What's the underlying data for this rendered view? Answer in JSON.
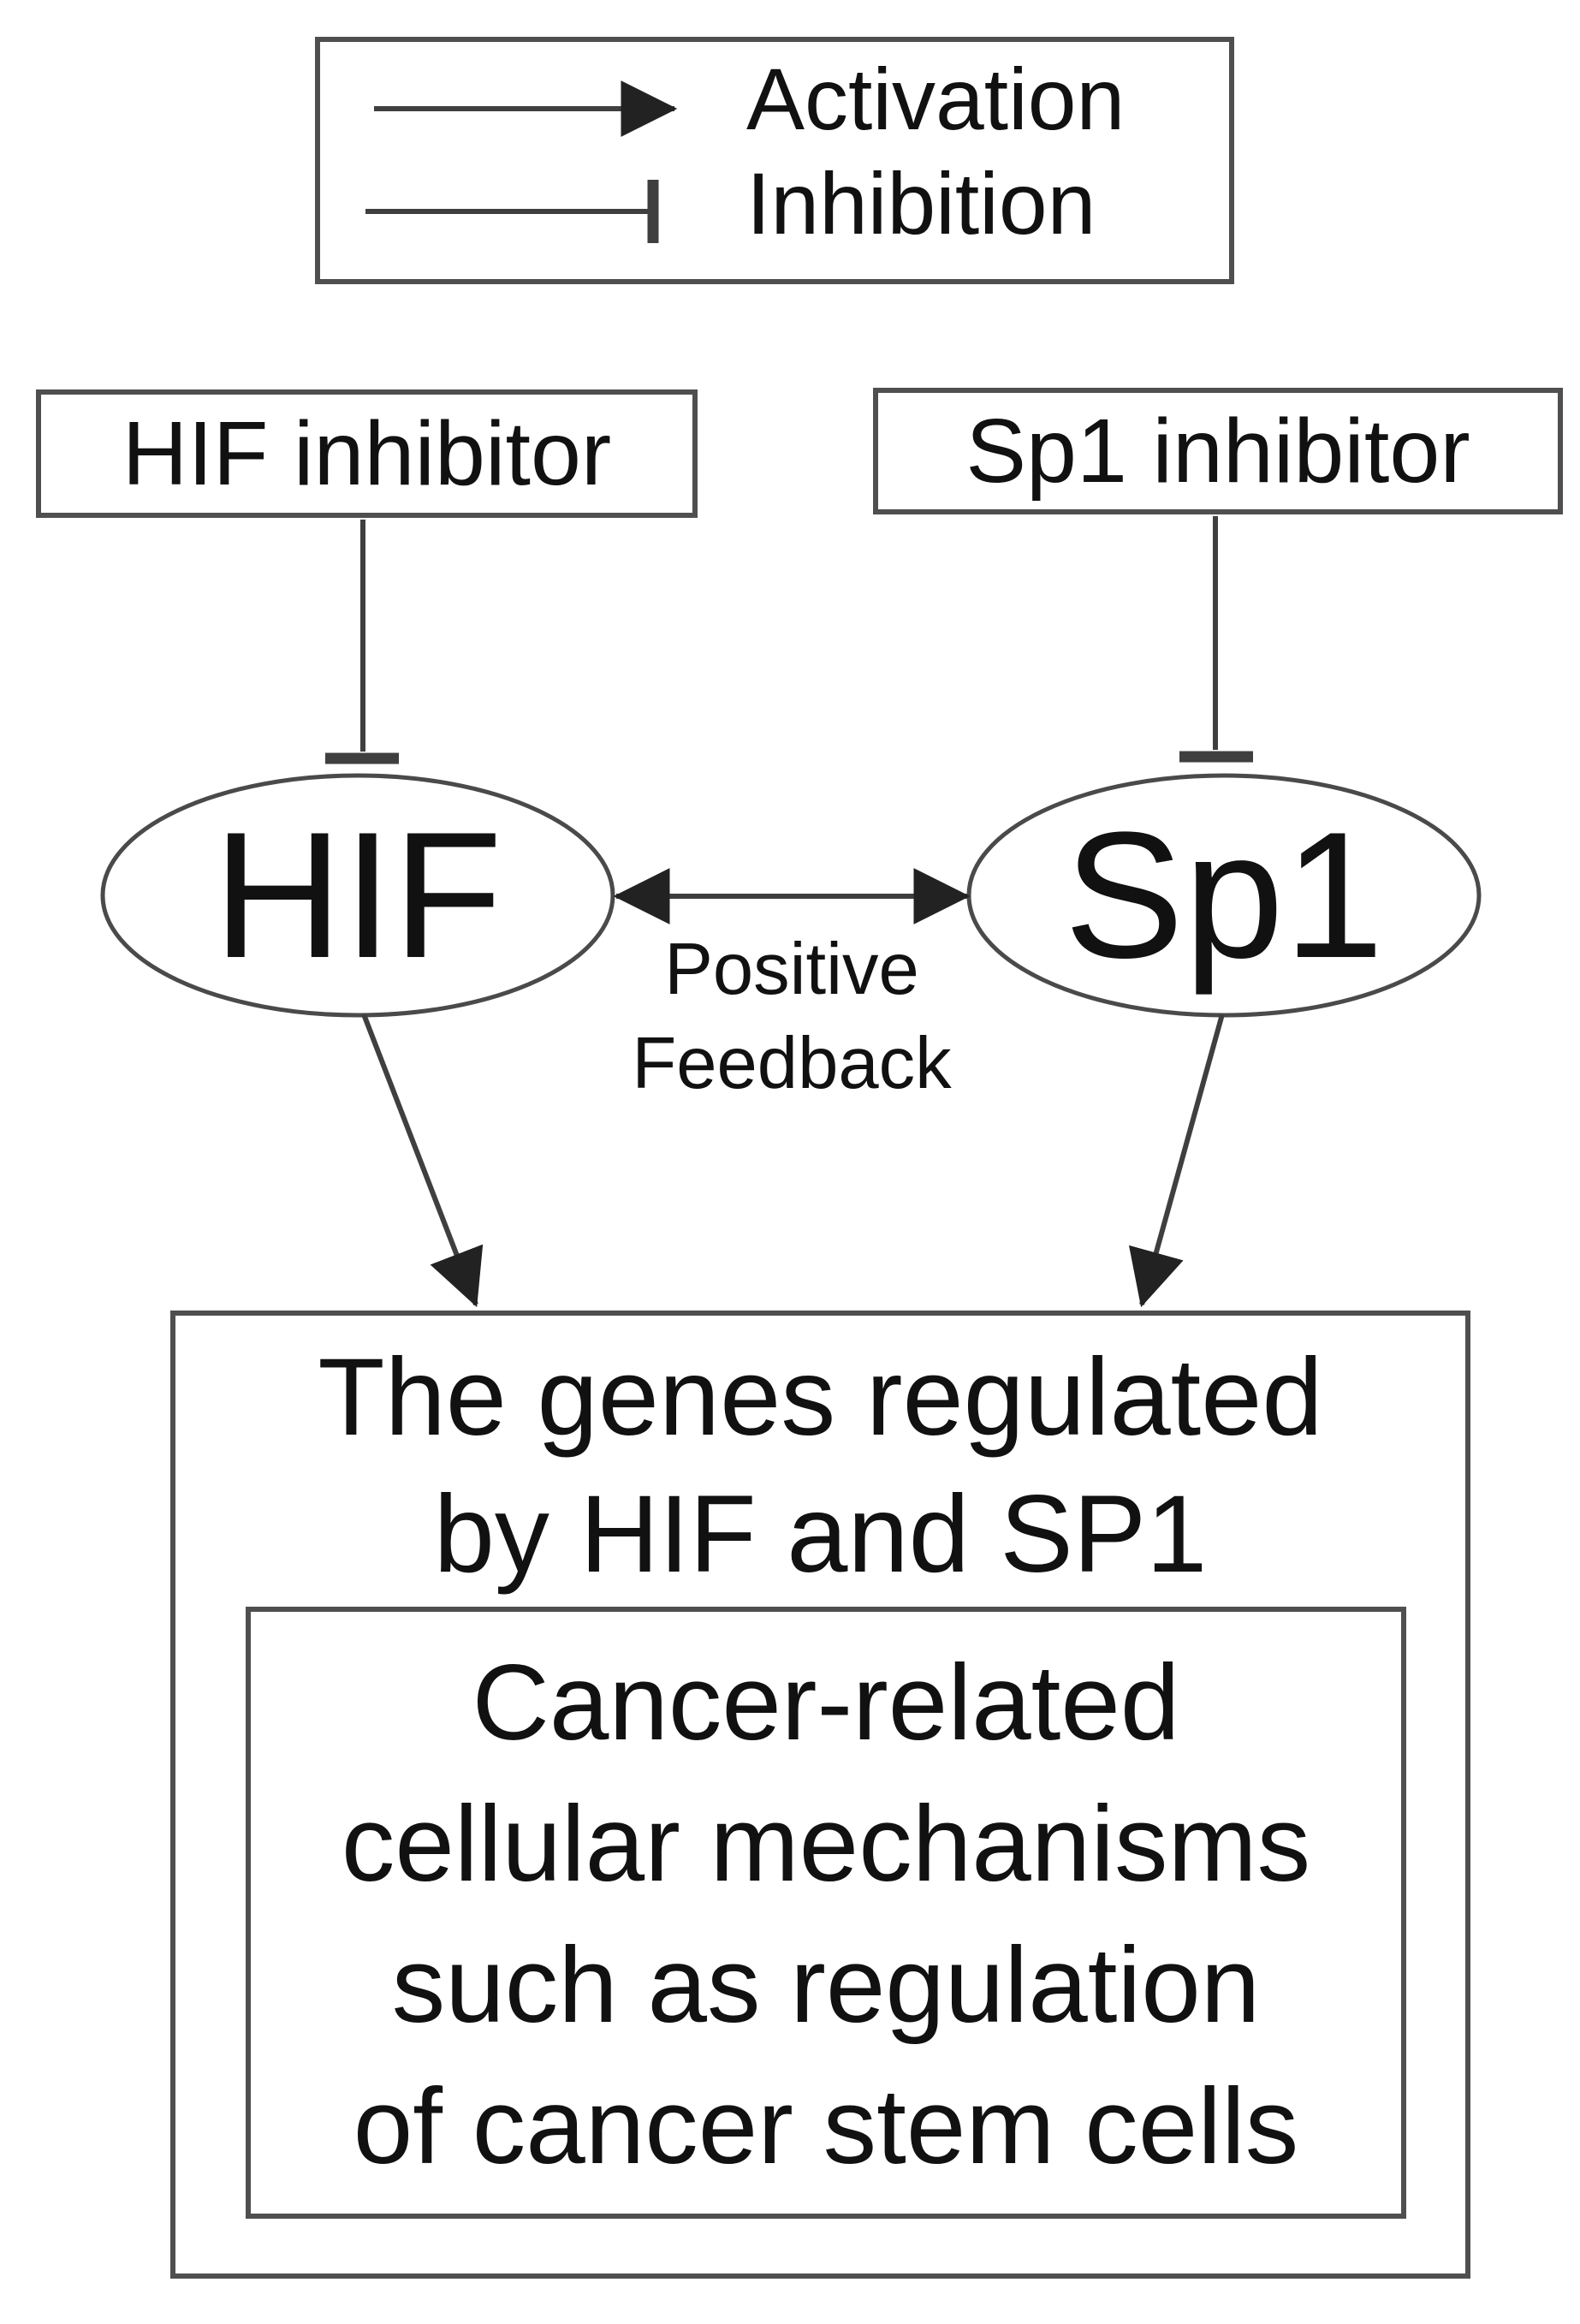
{
  "legend": {
    "activation_label": "Activation",
    "inhibition_label": "Inhibition"
  },
  "nodes": {
    "hif_inhibitor": "HIF inhibitor",
    "sp1_inhibitor": "Sp1 inhibitor",
    "hif": "HIF",
    "sp1": "Sp1"
  },
  "labels": {
    "positive_feedback": "Positive\nFeedback",
    "genes_box_title": "The genes regulated\nby HIF and SP1",
    "mechanisms_box_text": "Cancer-related\ncellular mechanisms\nsuch as regulation\nof cancer stem cells"
  },
  "colors": {
    "line": "#3f3f3f",
    "border": "#4f4f4f",
    "text": "#111111",
    "background": "#ffffff"
  }
}
